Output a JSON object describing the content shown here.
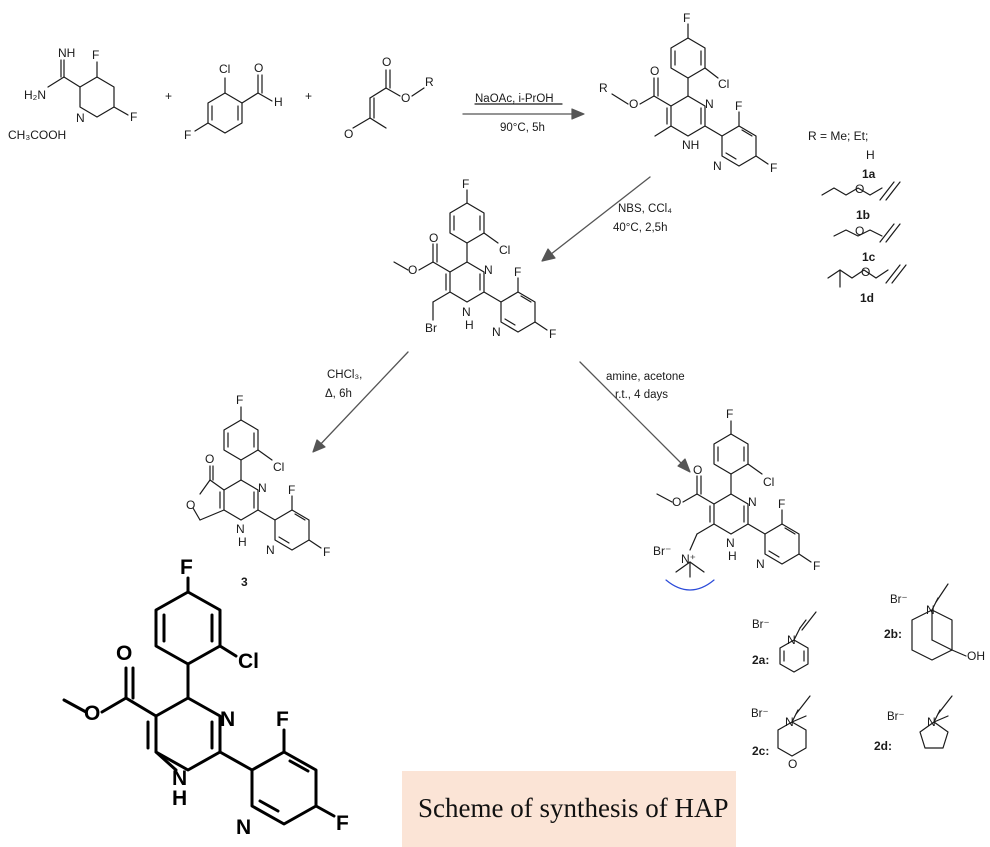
{
  "caption": "Scheme of synthesis of HAP",
  "reagents": {
    "amidine_salt": "CH₃COOH",
    "plus": "+"
  },
  "conditions": {
    "step1": {
      "line1": "NaOAc, i-PrOH",
      "line2": "90°C, 5h"
    },
    "step2": {
      "line1": "NBS, CCl₄",
      "line2": "40°C, 2,5h"
    },
    "step3": {
      "line1": "CHCl₃,",
      "line2": "Δ, 6h"
    },
    "step4": {
      "line1": "amine, acetone",
      "line2": "r.t., 4 days"
    }
  },
  "r_groups": {
    "label": "R = Me; Et;",
    "options": [
      {
        "id": "1a",
        "text": "H"
      },
      {
        "id": "1b",
        "text": ""
      },
      {
        "id": "1c",
        "text": ""
      },
      {
        "id": "1d",
        "text": ""
      }
    ]
  },
  "compounds": {
    "furanone": "3",
    "amines": [
      {
        "id": "2a:"
      },
      {
        "id": "2b:"
      },
      {
        "id": "2c:"
      },
      {
        "id": "2d:"
      }
    ]
  },
  "atoms": {
    "F": "F",
    "Cl": "Cl",
    "N": "N",
    "NH": "NH",
    "H": "H",
    "O": "O",
    "R": "R",
    "Br": "Br",
    "Br_minus": "Br⁻",
    "N_plus": "N⁺",
    "OH": "OH",
    "H2N": "H₂N",
    "Nplus_small": "N"
  }
}
